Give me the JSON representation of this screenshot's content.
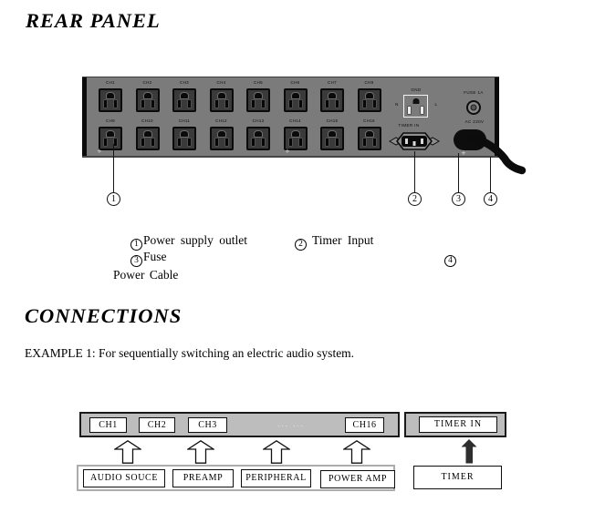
{
  "page": {
    "section1_title": "REAR PANEL",
    "section2_title": "CONNECTIONS",
    "example_text": "EXAMPLE 1: For sequentially switching an electric audio system."
  },
  "rear_panel": {
    "outlets_top": [
      "CH1",
      "CH2",
      "CH3",
      "CH4",
      "CH5",
      "CH6",
      "CH7",
      "CH8"
    ],
    "outlets_bottom": [
      "CH9",
      "CH10",
      "CH11",
      "CH12",
      "CH13",
      "CH14",
      "CH15",
      "CH16"
    ],
    "gnd_label": "GND",
    "neutral_label": "N",
    "live_label": "L",
    "timer_in_label": "TIMER IN",
    "fuse_label": "FUSE 1A",
    "ac_label": "AC 220V",
    "screw_glyph": "+"
  },
  "callouts": {
    "c1": "1",
    "c2": "2",
    "c3": "3",
    "c4": "4"
  },
  "legend": {
    "item1_num": "1",
    "item1_text": "Power supply outlet",
    "item2_num": "2",
    "item2_text": "Timer Input",
    "item3_num": "3",
    "item3_text": "Fuse",
    "item4_num": "4",
    "clipped_text": "Power Cable"
  },
  "diagram": {
    "bar_items": [
      {
        "label": "CH1",
        "type": "box"
      },
      {
        "label": "CH2",
        "type": "box"
      },
      {
        "label": "CH3",
        "type": "box"
      },
      {
        "label": "... ...",
        "type": "dots"
      },
      {
        "label": "CH16",
        "type": "box"
      }
    ],
    "timer_in_label": "TIMER IN",
    "sources": [
      "AUDIO SOUCE",
      "PREAMP",
      "PERIPHERAL",
      "POWER AMP"
    ],
    "timer_label": "TIMER"
  },
  "colors": {
    "panel_gray": "#7b7b7b",
    "outlet_dark": "#3a3a3a",
    "bar_gray": "#bdbdbd"
  }
}
